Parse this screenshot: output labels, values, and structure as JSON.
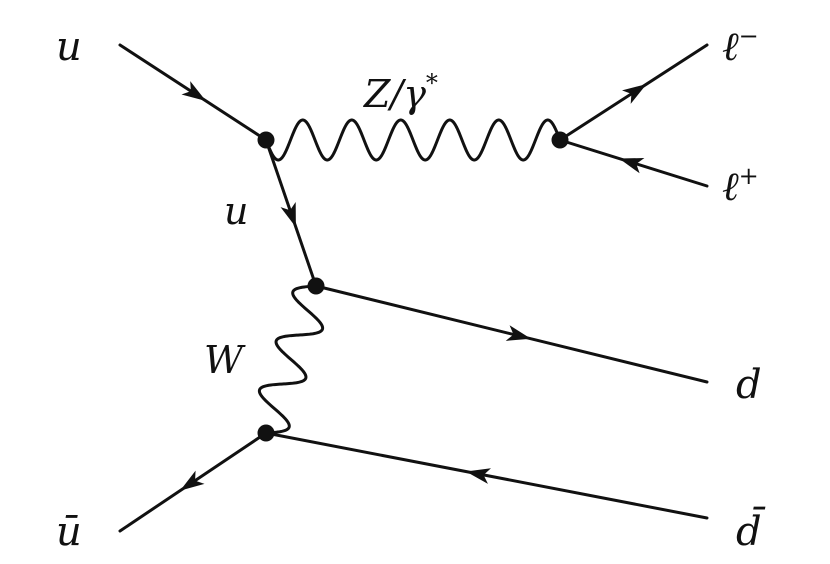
{
  "labels": {
    "u_in": "u",
    "ubar_in": "ū",
    "u_internal": "u",
    "boson_z": "Z/γ",
    "boson_z_sup": "*",
    "boson_w": "W",
    "lepton_minus": "ℓ",
    "lepton_minus_sup": "−",
    "lepton_plus": "ℓ",
    "lepton_plus_sup": "+",
    "quark_d": "d",
    "quark_dbar": "d̄"
  },
  "colors": {
    "ink": "#111111",
    "background": "#ffffff"
  }
}
